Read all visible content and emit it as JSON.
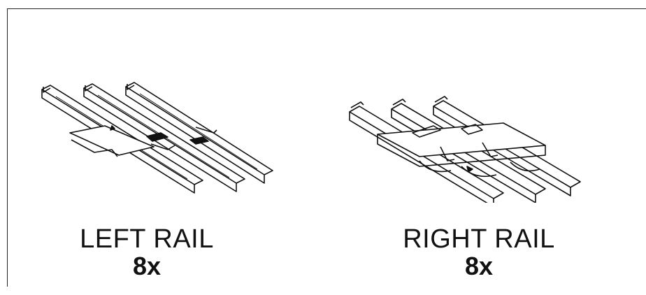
{
  "parts": [
    {
      "name": "LEFT RAIL",
      "quantity": "8x",
      "icon": "left-rail-drawing"
    },
    {
      "name": "RIGHT RAIL",
      "quantity": "8x",
      "icon": "right-rail-drawing"
    }
  ],
  "colors": {
    "line": "#111111",
    "background": "#ffffff",
    "frame": "#222222"
  }
}
